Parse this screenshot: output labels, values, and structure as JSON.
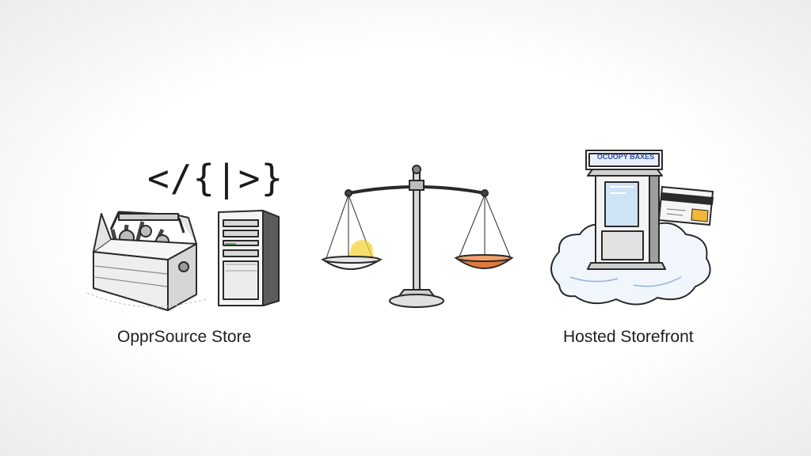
{
  "left_option": {
    "label": "OpprSource Store",
    "code_symbol": "</{|>}",
    "icons": [
      "toolbox-icon",
      "server-tower-icon"
    ]
  },
  "center": {
    "icon": "balance-scale-icon",
    "colors": {
      "left_pan_glow": "#f3d43a",
      "right_pan": "#e07a3a"
    }
  },
  "right_option": {
    "label": "Hosted Storefront",
    "sign_text": "OCUOPY BAXES",
    "icons": [
      "storefront-kiosk-icon",
      "cloud-icon",
      "credit-card-icon"
    ]
  }
}
